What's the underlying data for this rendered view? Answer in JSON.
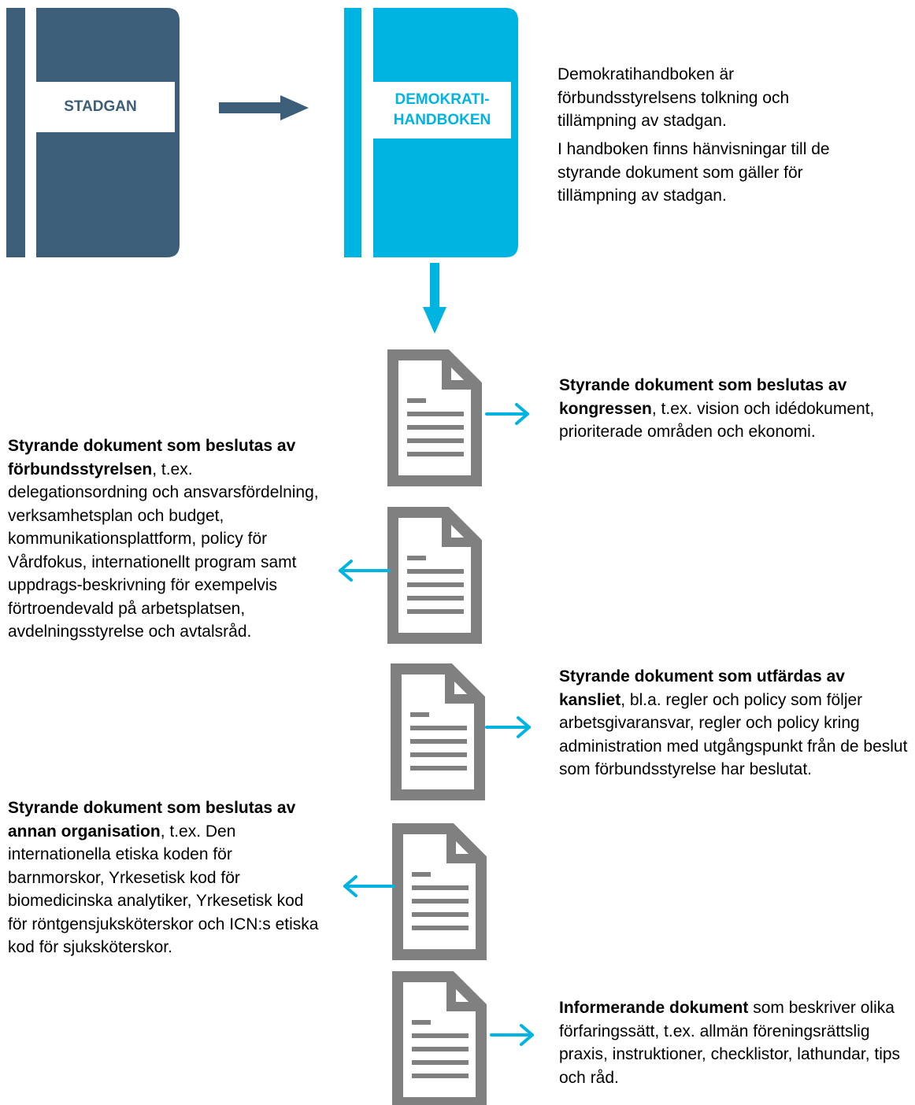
{
  "colors": {
    "stadgan": "#3c5e78",
    "handbook": "#00b4e2",
    "doc_gray": "#808080",
    "arrow_dark": "#3c5e78",
    "arrow_blue": "#00b4e2"
  },
  "books": {
    "stadgan_label": "STADGAN",
    "handbook_label_1": "DEMOKRATI-",
    "handbook_label_2": "HANDBOKEN"
  },
  "intro": {
    "p1": "Demokratihandboken är förbundsstyrelsens tolkning och tillämpning av stadgan.",
    "p2": "I handboken finns hänvisningar till de styrande dokument som gäller för tillämpning av stadgan."
  },
  "documents": [
    {
      "side": "right",
      "icon": "document-icon",
      "bold": "Styrande dokument som beslutas av kongressen",
      "rest": ", t.ex. vision och idédokument, prioriterade områden och ekonomi."
    },
    {
      "side": "left",
      "icon": "document-icon",
      "bold": "Styrande dokument som beslutas av förbundsstyrelsen",
      "rest": ", t.ex. delegationsordning och ansvarsfördelning, verksamhetsplan och budget, kommunikationsplattform, policy för Vårdfokus, internationellt program samt uppdrags-beskrivning för exempelvis förtroendevald på arbetsplatsen, avdelningsstyrelse och avtalsråd."
    },
    {
      "side": "right",
      "icon": "document-icon",
      "bold": "Styrande dokument som utfärdas av kansliet",
      "rest": ", bl.a. regler och policy som följer arbetsgivaransvar, regler och policy kring administration med utgångspunkt från de beslut som förbundsstyrelse har beslutat."
    },
    {
      "side": "left",
      "icon": "document-icon",
      "bold": "Styrande dokument som beslutas av annan organisation",
      "rest": ", t.ex. Den internationella etiska koden för barnmorskor, Yrkesetisk kod för biomedicinska analytiker, Yrkesetisk kod för röntgensjuksköterskor och ICN:s etiska kod för sjuksköterskor."
    },
    {
      "side": "right",
      "icon": "document-icon",
      "bold": "Informerande dokument",
      "rest": " som beskriver olika förfaringssätt, t.ex. allmän föreningsrättslig praxis, instruktioner, checklistor, lathundar, tips och råd."
    }
  ]
}
